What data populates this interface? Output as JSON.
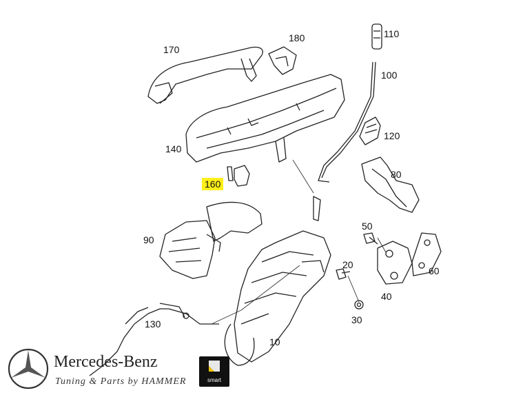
{
  "parts": [
    {
      "id": "p170",
      "label": "170"
    },
    {
      "id": "p180",
      "label": "180"
    },
    {
      "id": "p110",
      "label": "110"
    },
    {
      "id": "p100",
      "label": "100"
    },
    {
      "id": "p120",
      "label": "120"
    },
    {
      "id": "p140",
      "label": "140"
    },
    {
      "id": "p160",
      "label": "160",
      "highlighted": true
    },
    {
      "id": "p80",
      "label": "80"
    },
    {
      "id": "p90",
      "label": "90"
    },
    {
      "id": "p50",
      "label": "50"
    },
    {
      "id": "p20",
      "label": "20"
    },
    {
      "id": "p60",
      "label": "60"
    },
    {
      "id": "p40",
      "label": "40"
    },
    {
      "id": "p30",
      "label": "30"
    },
    {
      "id": "p130",
      "label": "130"
    },
    {
      "id": "p10",
      "label": "10"
    }
  ],
  "brand": {
    "name": "Mercedes-Benz",
    "tagline": "Tuning & Parts by HAMMER",
    "smart_label": "smart"
  },
  "colors": {
    "highlight": "#ffef1a",
    "line": "#222222"
  }
}
